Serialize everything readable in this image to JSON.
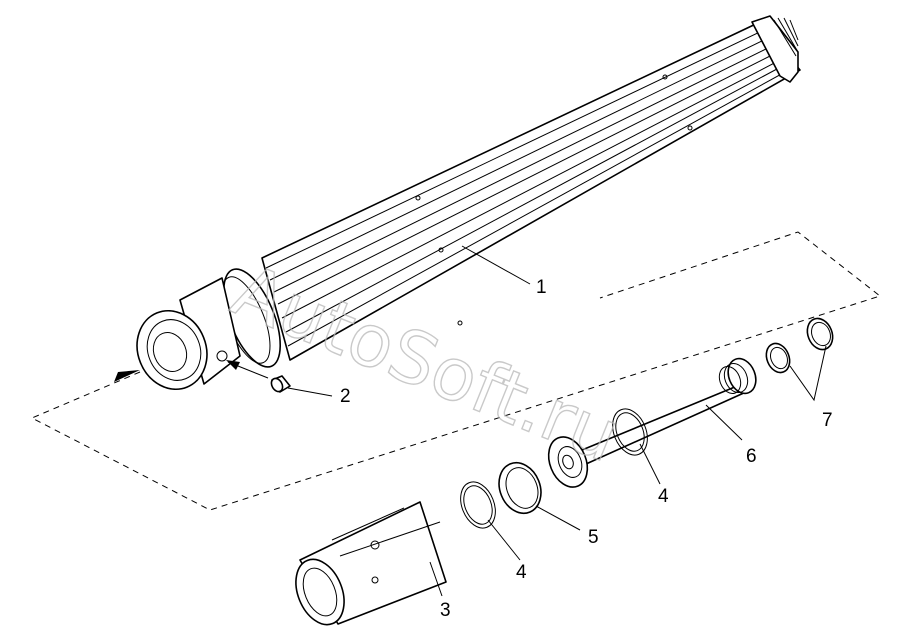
{
  "watermark": "AutoSoft.ru",
  "callouts": [
    {
      "id": "c1",
      "label": "1"
    },
    {
      "id": "c2",
      "label": "2"
    },
    {
      "id": "c3",
      "label": "3"
    },
    {
      "id": "c4a",
      "label": "4"
    },
    {
      "id": "c4b",
      "label": "4"
    },
    {
      "id": "c5",
      "label": "5"
    },
    {
      "id": "c6",
      "label": "6"
    },
    {
      "id": "c7",
      "label": "7"
    }
  ]
}
